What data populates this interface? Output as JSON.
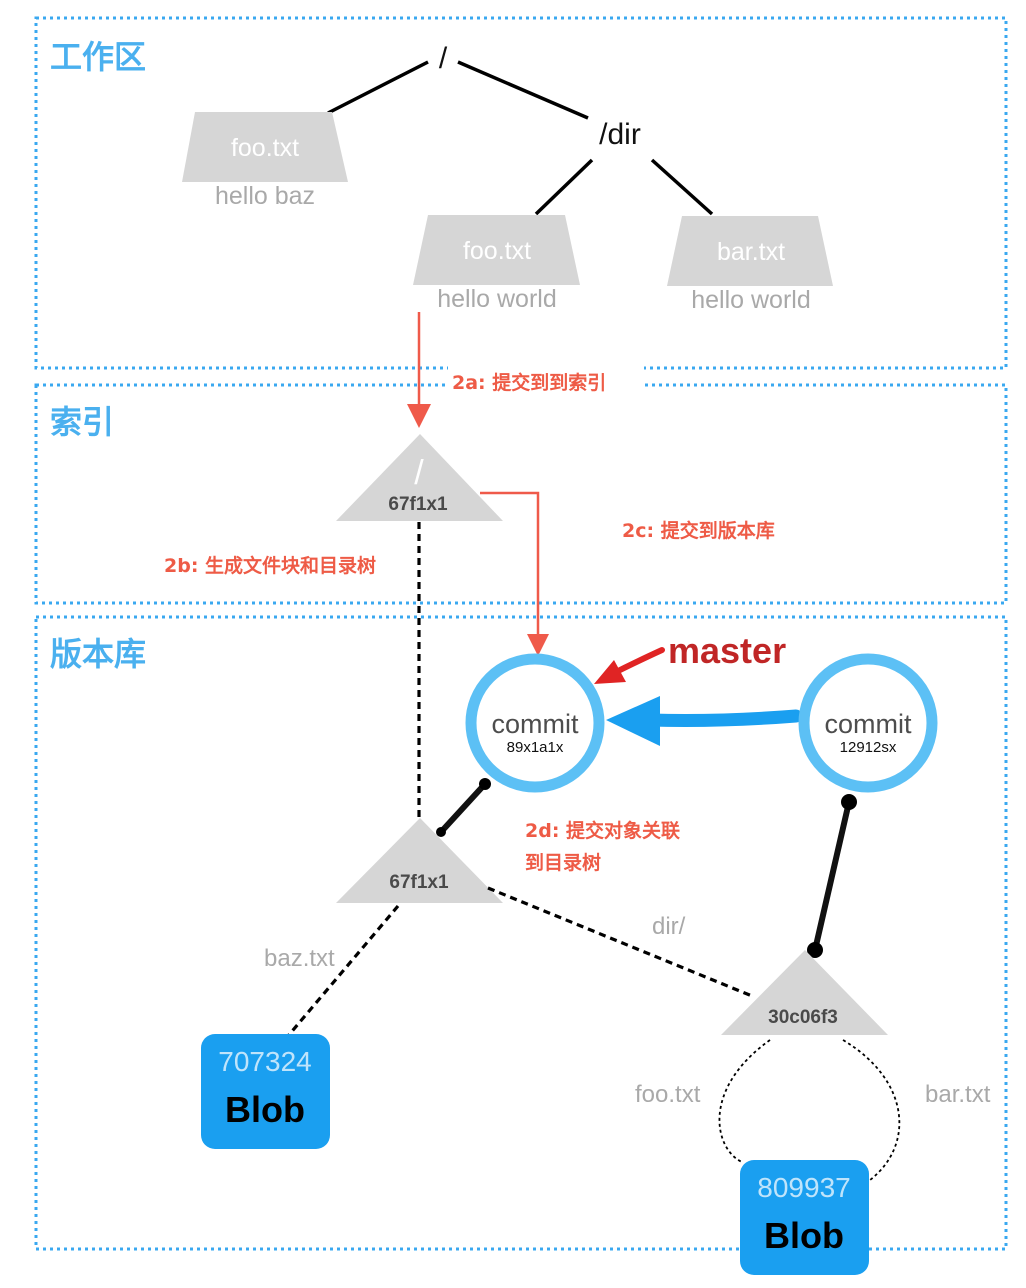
{
  "zones": {
    "workdir": "工作区",
    "index": "索引",
    "repo": "版本库"
  },
  "workdir": {
    "root_path": "/",
    "dir_path": "/dir",
    "files": [
      {
        "name": "foo.txt",
        "content": "hello baz"
      },
      {
        "name": "foo.txt",
        "content": "hello world"
      },
      {
        "name": "bar.txt",
        "content": "hello world"
      }
    ]
  },
  "steps": {
    "s2a": "2a: 提交到到索引",
    "s2b": "2b: 生成文件块和目录树",
    "s2c": "2c: 提交到版本库",
    "s2d_line1": "2d: 提交对象关联",
    "s2d_line2": "到目录树"
  },
  "index_tree": {
    "path": "/",
    "hash": "67f1x1"
  },
  "repo": {
    "root_tree_hash": "67f1x1",
    "sub_tree_hash": "30c06f3",
    "commits": [
      {
        "word": "commit",
        "hash": "89x1a1x"
      },
      {
        "word": "commit",
        "hash": "12912sx"
      }
    ],
    "branch": "master",
    "edges": {
      "baz": "baz.txt",
      "dir": "dir/",
      "foo": "foo.txt",
      "bar": "bar.txt"
    },
    "blobs": [
      {
        "hash": "707324",
        "word": "Blob"
      },
      {
        "hash": "809937",
        "word": "Blob"
      }
    ]
  },
  "colors": {
    "zone_border": "#3aa8f0",
    "zone_label": "#4ab0ef",
    "step_red": "#ee5b46",
    "commit_ring": "#5cc0f5",
    "blob": "#1a9ff0",
    "master": "#c02626",
    "gray_shape": "#d6d6d6"
  }
}
